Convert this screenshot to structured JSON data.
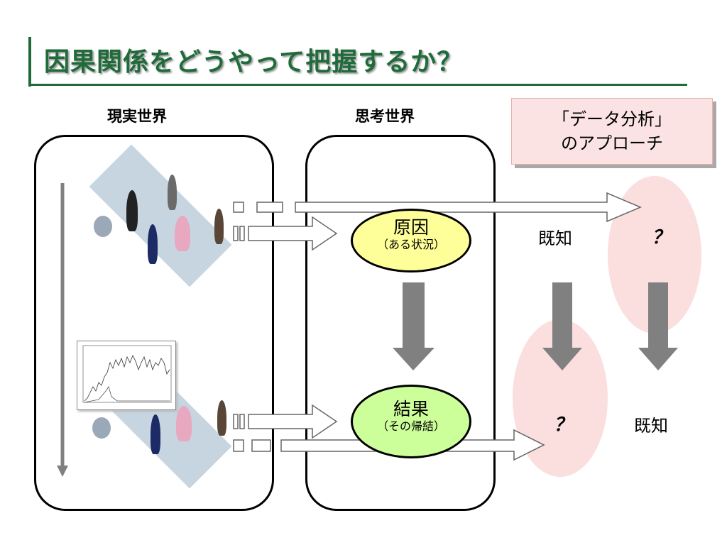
{
  "title": "因果関係をどうやって把握するか？",
  "columns": {
    "real_world": "現実世界",
    "thought_world": "思考世界"
  },
  "approach": {
    "line1": "「データ分析」",
    "line2": "のアプローチ"
  },
  "nodes": {
    "cause_main": "原因",
    "cause_sub": "（ある状況）",
    "effect_main": "結果",
    "effect_sub": "（その帰結）"
  },
  "known_label": "既知",
  "unknown_label": "？",
  "colors": {
    "title": "#1f6b3a",
    "cause_fill": "#ffff99",
    "effect_fill": "#ccff99",
    "unknown_fill": "#fbdede",
    "arrow_gray": "#808080"
  }
}
